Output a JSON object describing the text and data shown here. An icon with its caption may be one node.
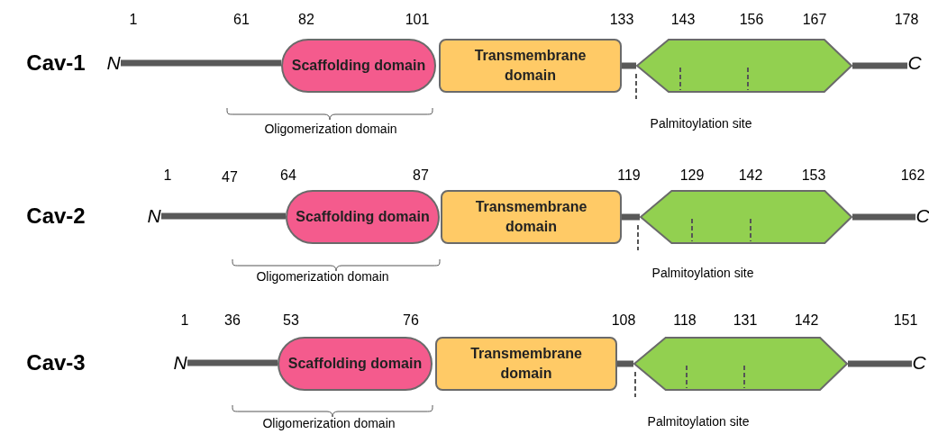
{
  "diagram": {
    "nodes": [
      {
        "text": [
          "N"
        ]
      },
      {
        "text": [
          "Scaffolding domain"
        ]
      },
      {
        "text": [
          "Transmembrane domain"
        ]
      },
      {
        "text": [],
        "shape": "hexagon"
      },
      {
        "text": [
          "C"
        ]
      },
      {
        "text": [
          "N"
        ]
      },
      {
        "text": [
          "Scaffolding domain"
        ]
      },
      {
        "text": [
          "Transmembrane domain"
        ]
      },
      {
        "text": [],
        "shape": "hexagon"
      },
      {
        "text": [
          "C"
        ]
      },
      {
        "text": [
          "N"
        ]
      },
      {
        "text": [
          "Scaffolding domain"
        ]
      },
      {
        "text": [
          "Transmembrane domain"
        ]
      },
      {
        "text": [],
        "shape": "hexagon"
      },
      {
        "text": [
          "C"
        ]
      }
    ],
    "edges": [
      {
        "from": 0,
        "to": 1,
        "arrow": "none"
      },
      {
        "from": 2,
        "to": 3,
        "arrow": "none"
      },
      {
        "from": 3,
        "to": 4,
        "arrow": "none"
      },
      {
        "from": 5,
        "to": 6,
        "arrow": "none"
      },
      {
        "from": 7,
        "to": 8,
        "arrow": "none"
      },
      {
        "from": 8,
        "to": 9,
        "arrow": "none"
      },
      {
        "from": 10,
        "to": 11,
        "arrow": "none"
      },
      {
        "from": 12,
        "to": 13,
        "arrow": "none"
      },
      {
        "from": 13,
        "to": 14,
        "arrow": "none"
      }
    ],
    "labels": [
      "Cav-1",
      "1",
      "61",
      "82",
      "101",
      "133",
      "143",
      "156",
      "167",
      "178",
      "Oligomerization domain",
      "Palmitoylation site",
      "Cav-2",
      "1",
      "47",
      "64",
      "87",
      "119",
      "129",
      "142",
      "153",
      "162",
      "Oligomerization domain",
      "Palmitoylation site",
      "Cav-3",
      "1",
      "36",
      "53",
      "76",
      "108",
      "118",
      "131",
      "142",
      "151",
      "Oligomerization domain",
      "Palmitoylation site"
    ]
  }
}
